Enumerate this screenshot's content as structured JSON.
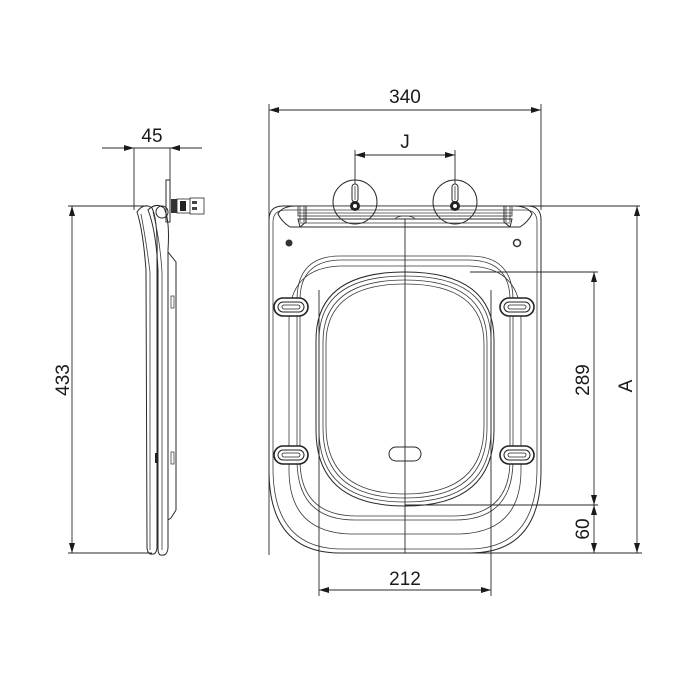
{
  "drawing": {
    "title": "Toilet seat technical drawing",
    "views": [
      "side-view",
      "top-view"
    ],
    "line_color": "#2a2a2a",
    "background": "#ffffff"
  },
  "dimensions": {
    "side_height": "433",
    "side_depth": "45",
    "overall_width": "340",
    "hinge_spacing": "J",
    "inner_opening_width": "212",
    "fixing_distance": "289",
    "front_offset": "60",
    "overall_length": "A"
  }
}
